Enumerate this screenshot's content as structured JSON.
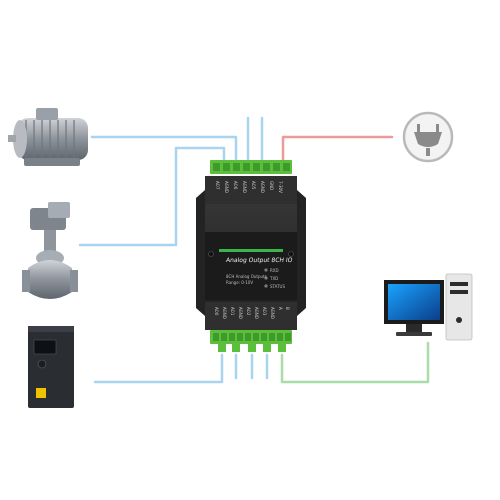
{
  "module": {
    "title": "Analog Output 8CH IO",
    "subtitle_lines": [
      "8CH Analog Outputs",
      "Range:  0-10V"
    ],
    "leds": [
      {
        "label": "RXD",
        "color": "#7a7a7a"
      },
      {
        "label": "TXD",
        "color": "#7a7a7a"
      },
      {
        "label": "STATUS",
        "color": "#7a7a7a"
      }
    ],
    "top_pins": [
      "AO7",
      "AGND",
      "AO6",
      "AGND",
      "AO5",
      "AGND",
      "GND",
      "7-30V"
    ],
    "bottom_pins": [
      "AO0",
      "AGND",
      "AO1",
      "AGND",
      "AO2",
      "AGND",
      "AO3",
      "AGND",
      "A",
      "B"
    ]
  },
  "devices": [
    {
      "name": "motor-icon"
    },
    {
      "name": "valve-actuator-icon"
    },
    {
      "name": "frequency-inverter-icon"
    },
    {
      "name": "power-plug-icon"
    },
    {
      "name": "desktop-computer-icon"
    }
  ],
  "colors": {
    "analog_line": "#a9d4ef",
    "power_line": "#ef9a9a",
    "comm_line": "#a8dca8",
    "terminal": "#5bbf3c",
    "module_body": "#2b2b2b",
    "accent": "#39b54a"
  }
}
